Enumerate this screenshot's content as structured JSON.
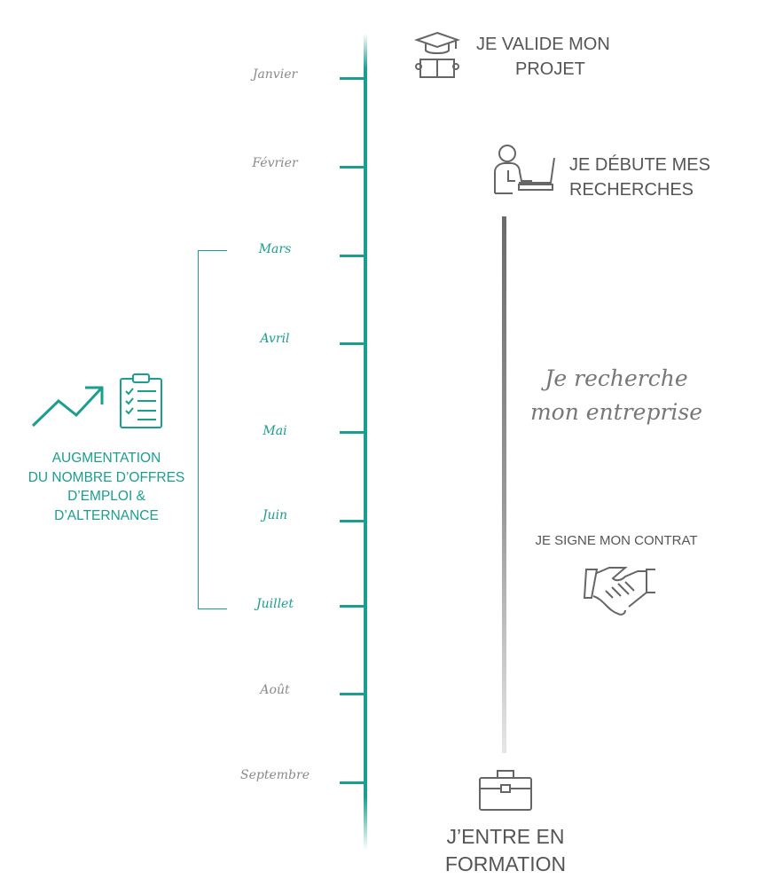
{
  "timeline": {
    "months": [
      {
        "label": "Janvier",
        "highlight": false
      },
      {
        "label": "Février",
        "highlight": false
      },
      {
        "label": "Mars",
        "highlight": true
      },
      {
        "label": "Avril",
        "highlight": true
      },
      {
        "label": "Mai",
        "highlight": true
      },
      {
        "label": "Juin",
        "highlight": true
      },
      {
        "label": "Juillet",
        "highlight": true
      },
      {
        "label": "Août",
        "highlight": false
      },
      {
        "label": "Septembre",
        "highlight": false
      }
    ]
  },
  "highlight": {
    "lines": [
      "AUGMENTATION",
      "DU NOMBRE D’OFFRES",
      "D’EMPLOI &",
      "D’ALTERNANCE"
    ],
    "icons": [
      "trend-up-icon",
      "checklist-clipboard-icon"
    ]
  },
  "steps": {
    "validate": {
      "line1": "JE VALIDE MON",
      "line2": "PROJET",
      "icon": "graduate-reading-icon"
    },
    "search": {
      "line1": "JE DÉBUTE MES",
      "line2": "RECHERCHES",
      "icon": "person-laptop-icon"
    },
    "company": {
      "line1": "Je recherche",
      "line2": "mon entreprise"
    },
    "contract": {
      "label": "JE SIGNE MON CONTRAT",
      "icon": "handshake-icon"
    },
    "training": {
      "line1": "J’ENTRE EN",
      "line2": "FORMATION",
      "icon": "briefcase-icon"
    }
  },
  "colors": {
    "accent": "#1a9e8f",
    "text": "#555555",
    "muted": "#8a8a8a"
  }
}
